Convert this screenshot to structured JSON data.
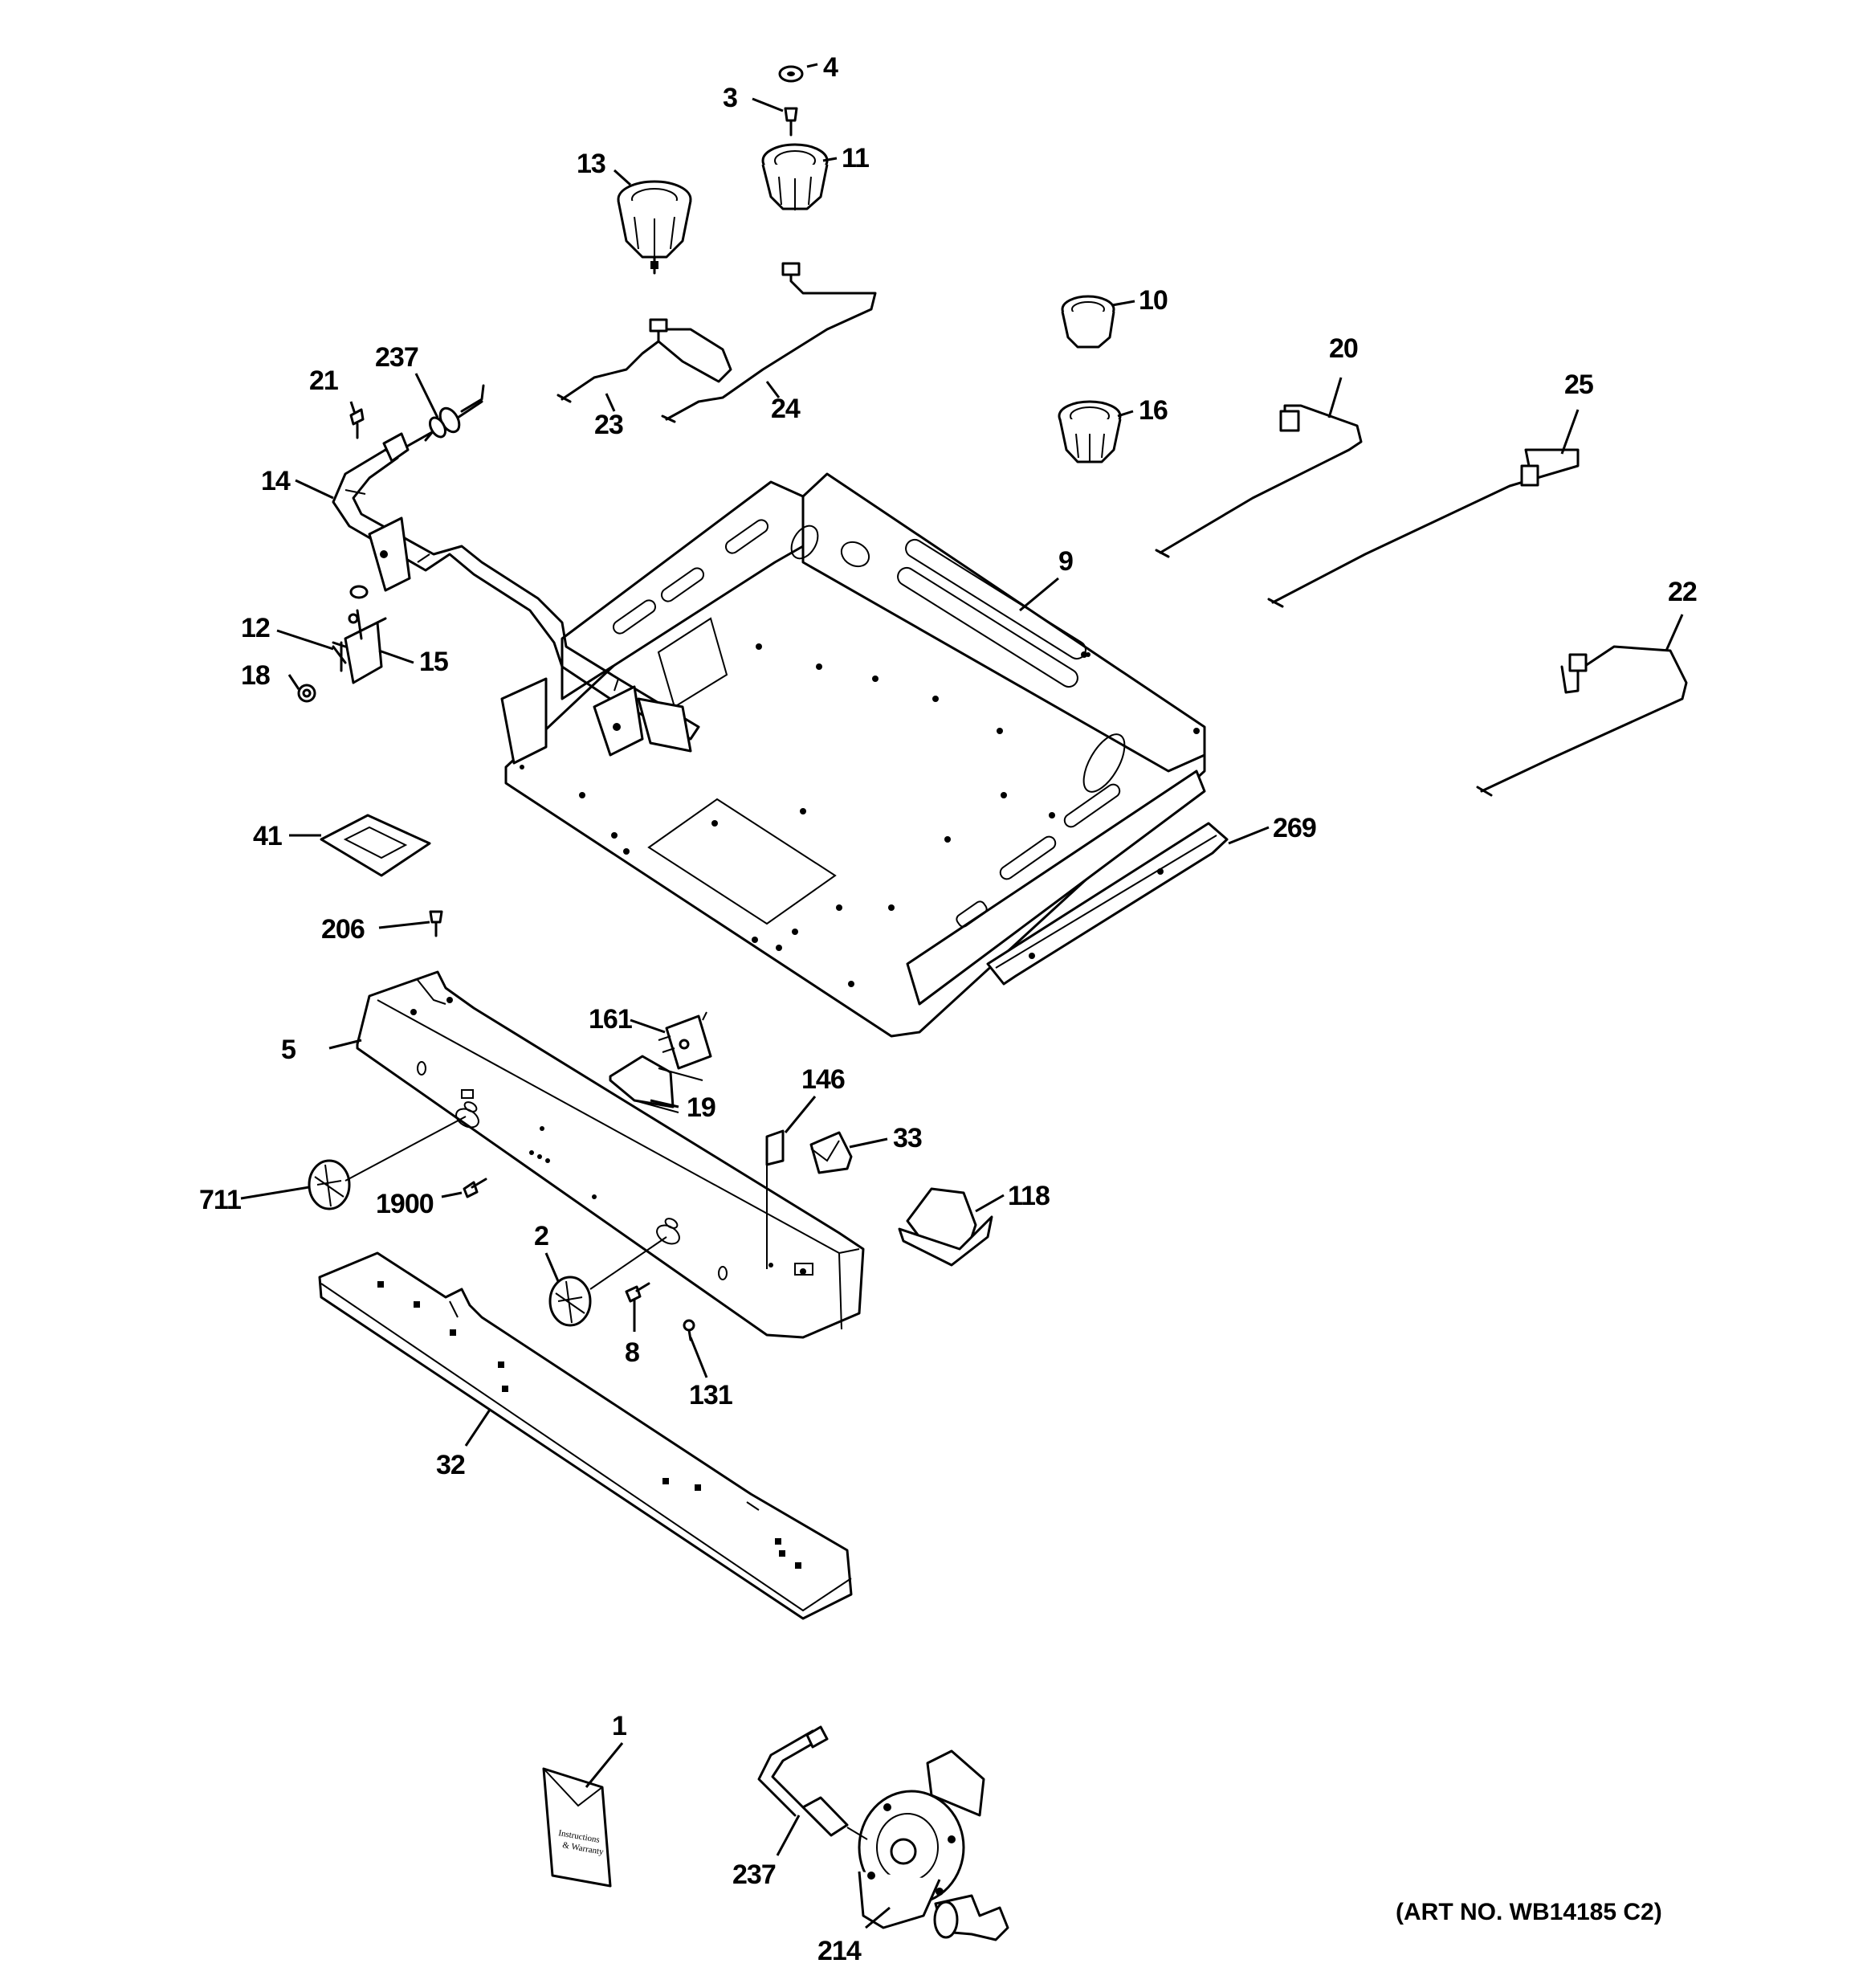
{
  "diagram": {
    "art_no": "(ART NO. WB14185 C2)",
    "callouts": {
      "c1": "1",
      "c2": "2",
      "c3": "3",
      "c4": "4",
      "c5": "5",
      "c8": "8",
      "c9": "9",
      "c10": "10",
      "c11": "11",
      "c12": "12",
      "c13": "13",
      "c14": "14",
      "c15": "15",
      "c16": "16",
      "c18": "18",
      "c19": "19",
      "c20": "20",
      "c21": "21",
      "c22": "22",
      "c23": "23",
      "c24": "24",
      "c25": "25",
      "c32": "32",
      "c33": "33",
      "c41": "41",
      "c118": "118",
      "c131": "131",
      "c146": "146",
      "c161": "161",
      "c206": "206",
      "c214": "214",
      "c237a": "237",
      "c237b": "237",
      "c269": "269",
      "c711": "711",
      "c1900": "1900"
    }
  }
}
